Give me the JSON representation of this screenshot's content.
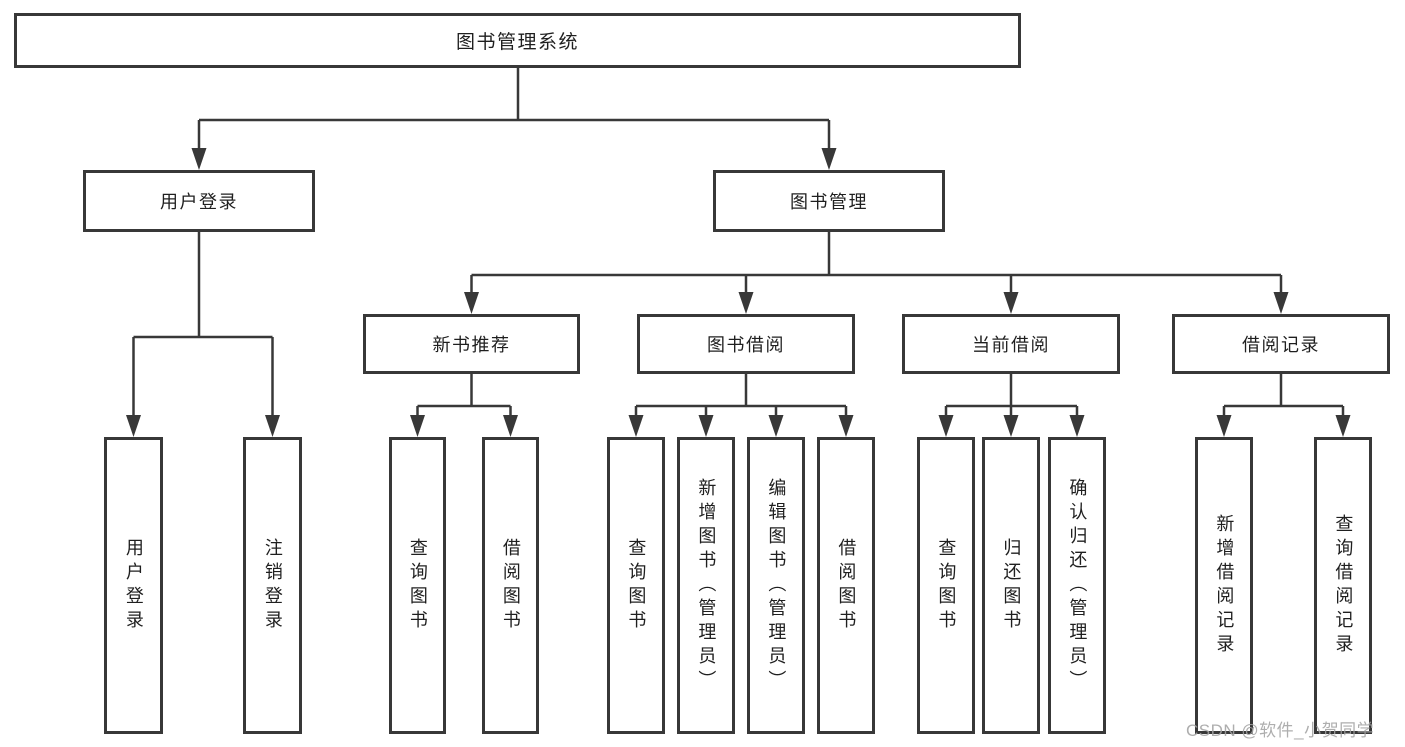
{
  "nodes": {
    "root": "图书管理系统",
    "level2": {
      "user_login": "用户登录",
      "book_mgmt": "图书管理"
    },
    "level3": {
      "new_books": "新书推荐",
      "book_borrow": "图书借阅",
      "current_borrow": "当前借阅",
      "borrow_records": "借阅记录"
    },
    "leaves": {
      "login": [
        "用户登录",
        "注销登录"
      ],
      "new_books": [
        "查询图书",
        "借阅图书"
      ],
      "book_borrow": [
        "查询图书",
        "新增图书（管理员）",
        "编辑图书（管理员）",
        "借阅图书"
      ],
      "current_borrow": [
        "查询图书",
        "归还图书",
        "确认归还（管理员）"
      ],
      "borrow_records": [
        "新增借阅记录",
        "查询借阅记录"
      ]
    }
  },
  "watermark": "CSDN @软件_小贺同学",
  "colors": {
    "line": "#383838",
    "text": "#1f1f1f",
    "watermark": "#a3a3a3"
  }
}
